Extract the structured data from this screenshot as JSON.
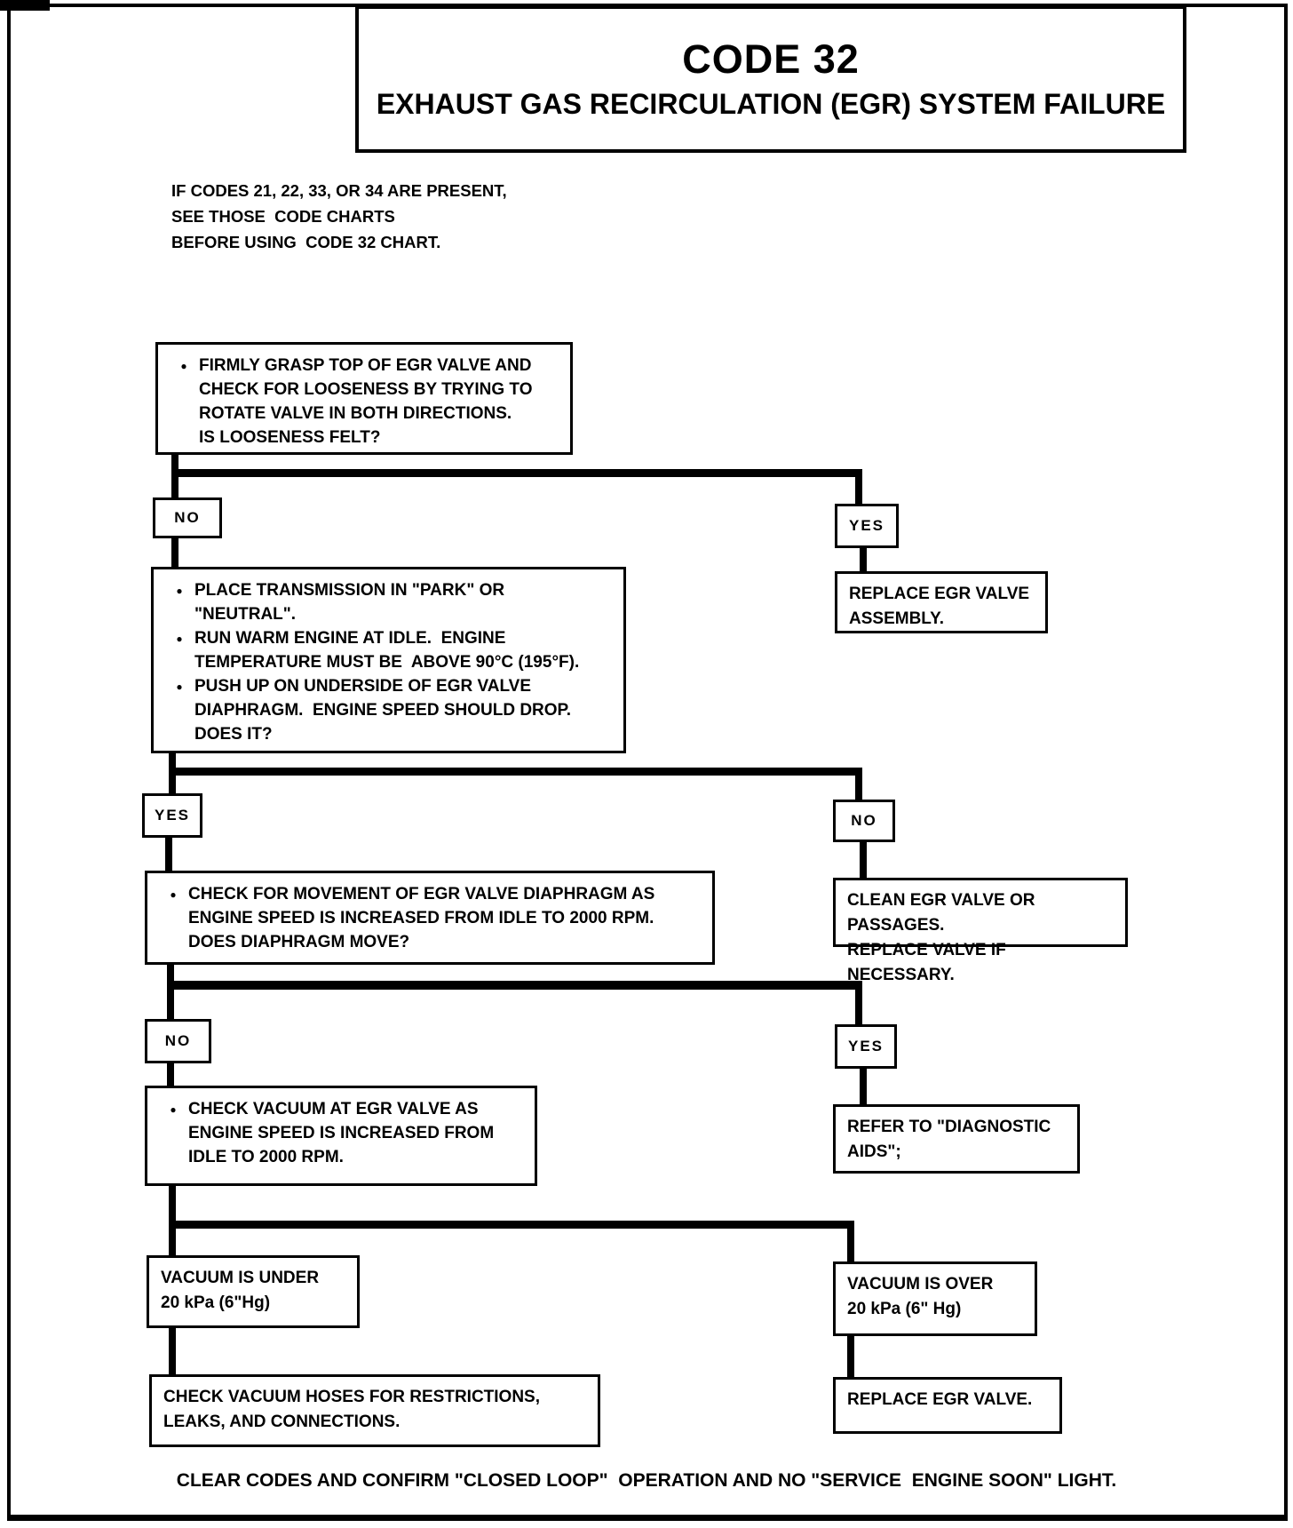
{
  "header": {
    "code": "CODE 32",
    "title": "EXHAUST GAS RECIRCULATION (EGR) SYSTEM FAILURE"
  },
  "note": "IF CODES 21, 22, 33, OR 34 ARE PRESENT,\nSEE THOSE  CODE CHARTS\nBEFORE USING  CODE 32 CHART.",
  "bullet": "●",
  "branch_labels": {
    "yes": "YES",
    "no": "NO"
  },
  "steps": {
    "check_looseness": {
      "bullets": [
        "FIRMLY GRASP TOP OF EGR VALVE AND\nCHECK FOR LOOSENESS BY TRYING TO\nROTATE VALVE IN BOTH DIRECTIONS.\nIS LOOSENESS FELT?"
      ]
    },
    "replace_egr_assembly": "REPLACE EGR VALVE\nASSEMBLY.",
    "idle_drop_test": {
      "bullets": [
        "PLACE TRANSMISSION IN \"PARK\" OR\n\"NEUTRAL\".",
        "RUN WARM ENGINE AT IDLE.  ENGINE\nTEMPERATURE MUST BE  ABOVE 90°C (195°F).",
        "PUSH UP ON UNDERSIDE OF EGR VALVE\nDIAPHRAGM.  ENGINE SPEED SHOULD DROP.\nDOES IT?"
      ]
    },
    "clean_egr_valve": "CLEAN EGR VALVE OR PASSAGES.\nREPLACE VALVE IF NECESSARY.",
    "diaphragm_move_test": {
      "bullets": [
        "CHECK FOR MOVEMENT OF EGR VALVE DIAPHRAGM AS\nENGINE SPEED IS INCREASED FROM IDLE TO 2000 RPM.\nDOES DIAPHRAGM MOVE?"
      ]
    },
    "diagnostic_aids": "REFER TO \"DIAGNOSTIC\nAIDS\";",
    "check_vacuum": {
      "bullets": [
        "CHECK VACUUM AT EGR VALVE AS\nENGINE SPEED IS INCREASED FROM\nIDLE TO 2000 RPM."
      ]
    },
    "vacuum_under": "VACUUM IS UNDER\n20 kPa (6\"Hg)",
    "vacuum_over": "VACUUM IS OVER\n20 kPa (6\" Hg)",
    "check_hoses": "CHECK VACUUM HOSES FOR RESTRICTIONS,\nLEAKS, AND CONNECTIONS.",
    "replace_egr_valve": "REPLACE EGR VALVE."
  },
  "footer": "CLEAR CODES AND CONFIRM \"CLOSED LOOP\"  OPERATION AND NO \"SERVICE  ENGINE SOON\" LIGHT."
}
